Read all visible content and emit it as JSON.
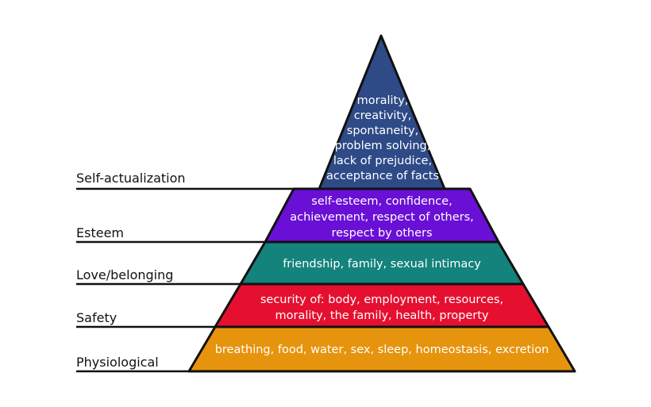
{
  "pyramid": {
    "tiers": [
      {
        "level": "Self-actualization",
        "color": "#2e4a87",
        "lines": [
          "morality,",
          "creativity,",
          "spontaneity,",
          "problem solving,",
          "lack of prejudice,",
          "acceptance of facts"
        ]
      },
      {
        "level": "Esteem",
        "color": "#6a0fd6",
        "lines": [
          "self-esteem, confidence,",
          "achievement, respect of others,",
          "respect by others"
        ]
      },
      {
        "level": "Love/belonging",
        "color": "#13837c",
        "lines": [
          "friendship, family, sexual intimacy"
        ]
      },
      {
        "level": "Safety",
        "color": "#e5102f",
        "lines": [
          "security of: body, employment, resources,",
          "morality, the family, health, property"
        ]
      },
      {
        "level": "Physiological",
        "color": "#e6940e",
        "lines": [
          "breathing, food, water, sex, sleep, homeostasis, excretion"
        ]
      }
    ]
  }
}
